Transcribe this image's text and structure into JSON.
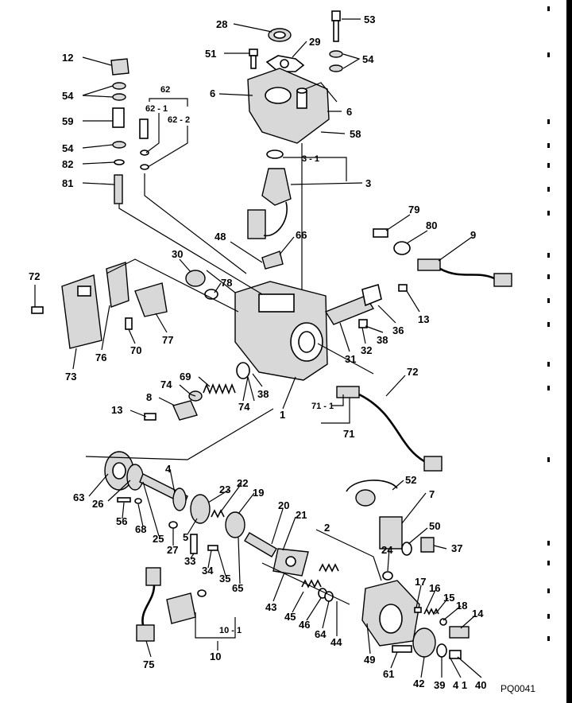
{
  "diagram": {
    "code": "PQ0041",
    "callouts": [
      {
        "id": "c28",
        "text": "28"
      },
      {
        "id": "c29",
        "text": "29"
      },
      {
        "id": "c53",
        "text": "53"
      },
      {
        "id": "c12",
        "text": "12"
      },
      {
        "id": "c51",
        "text": "51"
      },
      {
        "id": "c54a",
        "text": "54"
      },
      {
        "id": "c54b",
        "text": "54"
      },
      {
        "id": "c62",
        "text": "62"
      },
      {
        "id": "c62-1",
        "text": "62 - 1"
      },
      {
        "id": "c62-2",
        "text": "62 - 2"
      },
      {
        "id": "c6a",
        "text": "6"
      },
      {
        "id": "c6b",
        "text": "6"
      },
      {
        "id": "c59",
        "text": "59"
      },
      {
        "id": "c58",
        "text": "58"
      },
      {
        "id": "c54c",
        "text": "54"
      },
      {
        "id": "c3-1",
        "text": "3 - 1"
      },
      {
        "id": "c82",
        "text": "82"
      },
      {
        "id": "c81",
        "text": "81"
      },
      {
        "id": "c3",
        "text": "3"
      },
      {
        "id": "c79",
        "text": "79"
      },
      {
        "id": "c80",
        "text": "80"
      },
      {
        "id": "c48",
        "text": "48"
      },
      {
        "id": "c66",
        "text": "66"
      },
      {
        "id": "c9",
        "text": "9"
      },
      {
        "id": "c30",
        "text": "30"
      },
      {
        "id": "c72a",
        "text": "72"
      },
      {
        "id": "c78",
        "text": "78"
      },
      {
        "id": "c13a",
        "text": "13"
      },
      {
        "id": "c36",
        "text": "36"
      },
      {
        "id": "c38a",
        "text": "38"
      },
      {
        "id": "c70",
        "text": "70"
      },
      {
        "id": "c77",
        "text": "77"
      },
      {
        "id": "c31",
        "text": "31"
      },
      {
        "id": "c32",
        "text": "32"
      },
      {
        "id": "c76",
        "text": "76"
      },
      {
        "id": "c73",
        "text": "73"
      },
      {
        "id": "c69",
        "text": "69"
      },
      {
        "id": "c72b",
        "text": "72"
      },
      {
        "id": "c74a",
        "text": "74"
      },
      {
        "id": "c38b",
        "text": "38"
      },
      {
        "id": "c74b",
        "text": "74"
      },
      {
        "id": "c8",
        "text": "8"
      },
      {
        "id": "c1",
        "text": "1"
      },
      {
        "id": "c71-1",
        "text": "71 - 1"
      },
      {
        "id": "c13b",
        "text": "13"
      },
      {
        "id": "c71",
        "text": "71"
      },
      {
        "id": "c4",
        "text": "4"
      },
      {
        "id": "c52",
        "text": "52"
      },
      {
        "id": "c23",
        "text": "23"
      },
      {
        "id": "c22",
        "text": "22"
      },
      {
        "id": "c19",
        "text": "19"
      },
      {
        "id": "c63",
        "text": "63"
      },
      {
        "id": "c26",
        "text": "26"
      },
      {
        "id": "c7",
        "text": "7"
      },
      {
        "id": "c20",
        "text": "20"
      },
      {
        "id": "c21",
        "text": "21"
      },
      {
        "id": "c56",
        "text": "56"
      },
      {
        "id": "c68",
        "text": "68"
      },
      {
        "id": "c2",
        "text": "2"
      },
      {
        "id": "c50",
        "text": "50"
      },
      {
        "id": "c25",
        "text": "25"
      },
      {
        "id": "c5",
        "text": "5"
      },
      {
        "id": "c27",
        "text": "27"
      },
      {
        "id": "c37",
        "text": "37"
      },
      {
        "id": "c24",
        "text": "24"
      },
      {
        "id": "c33",
        "text": "33"
      },
      {
        "id": "c34",
        "text": "34"
      },
      {
        "id": "c35",
        "text": "35"
      },
      {
        "id": "c65",
        "text": "65"
      },
      {
        "id": "c17",
        "text": "17"
      },
      {
        "id": "c16",
        "text": "16"
      },
      {
        "id": "c15",
        "text": "15"
      },
      {
        "id": "c18",
        "text": "18"
      },
      {
        "id": "c14",
        "text": "14"
      },
      {
        "id": "c43",
        "text": "43"
      },
      {
        "id": "c45",
        "text": "45"
      },
      {
        "id": "c46",
        "text": "46"
      },
      {
        "id": "c64",
        "text": "64"
      },
      {
        "id": "c44",
        "text": "44"
      },
      {
        "id": "c10-1",
        "text": "10 - 1"
      },
      {
        "id": "c49",
        "text": "49"
      },
      {
        "id": "c10",
        "text": "10"
      },
      {
        "id": "c61",
        "text": "61"
      },
      {
        "id": "c75",
        "text": "75"
      },
      {
        "id": "c42",
        "text": "42"
      },
      {
        "id": "c39",
        "text": "39"
      },
      {
        "id": "c41",
        "text": "4 1"
      },
      {
        "id": "c40",
        "text": "40"
      }
    ]
  }
}
